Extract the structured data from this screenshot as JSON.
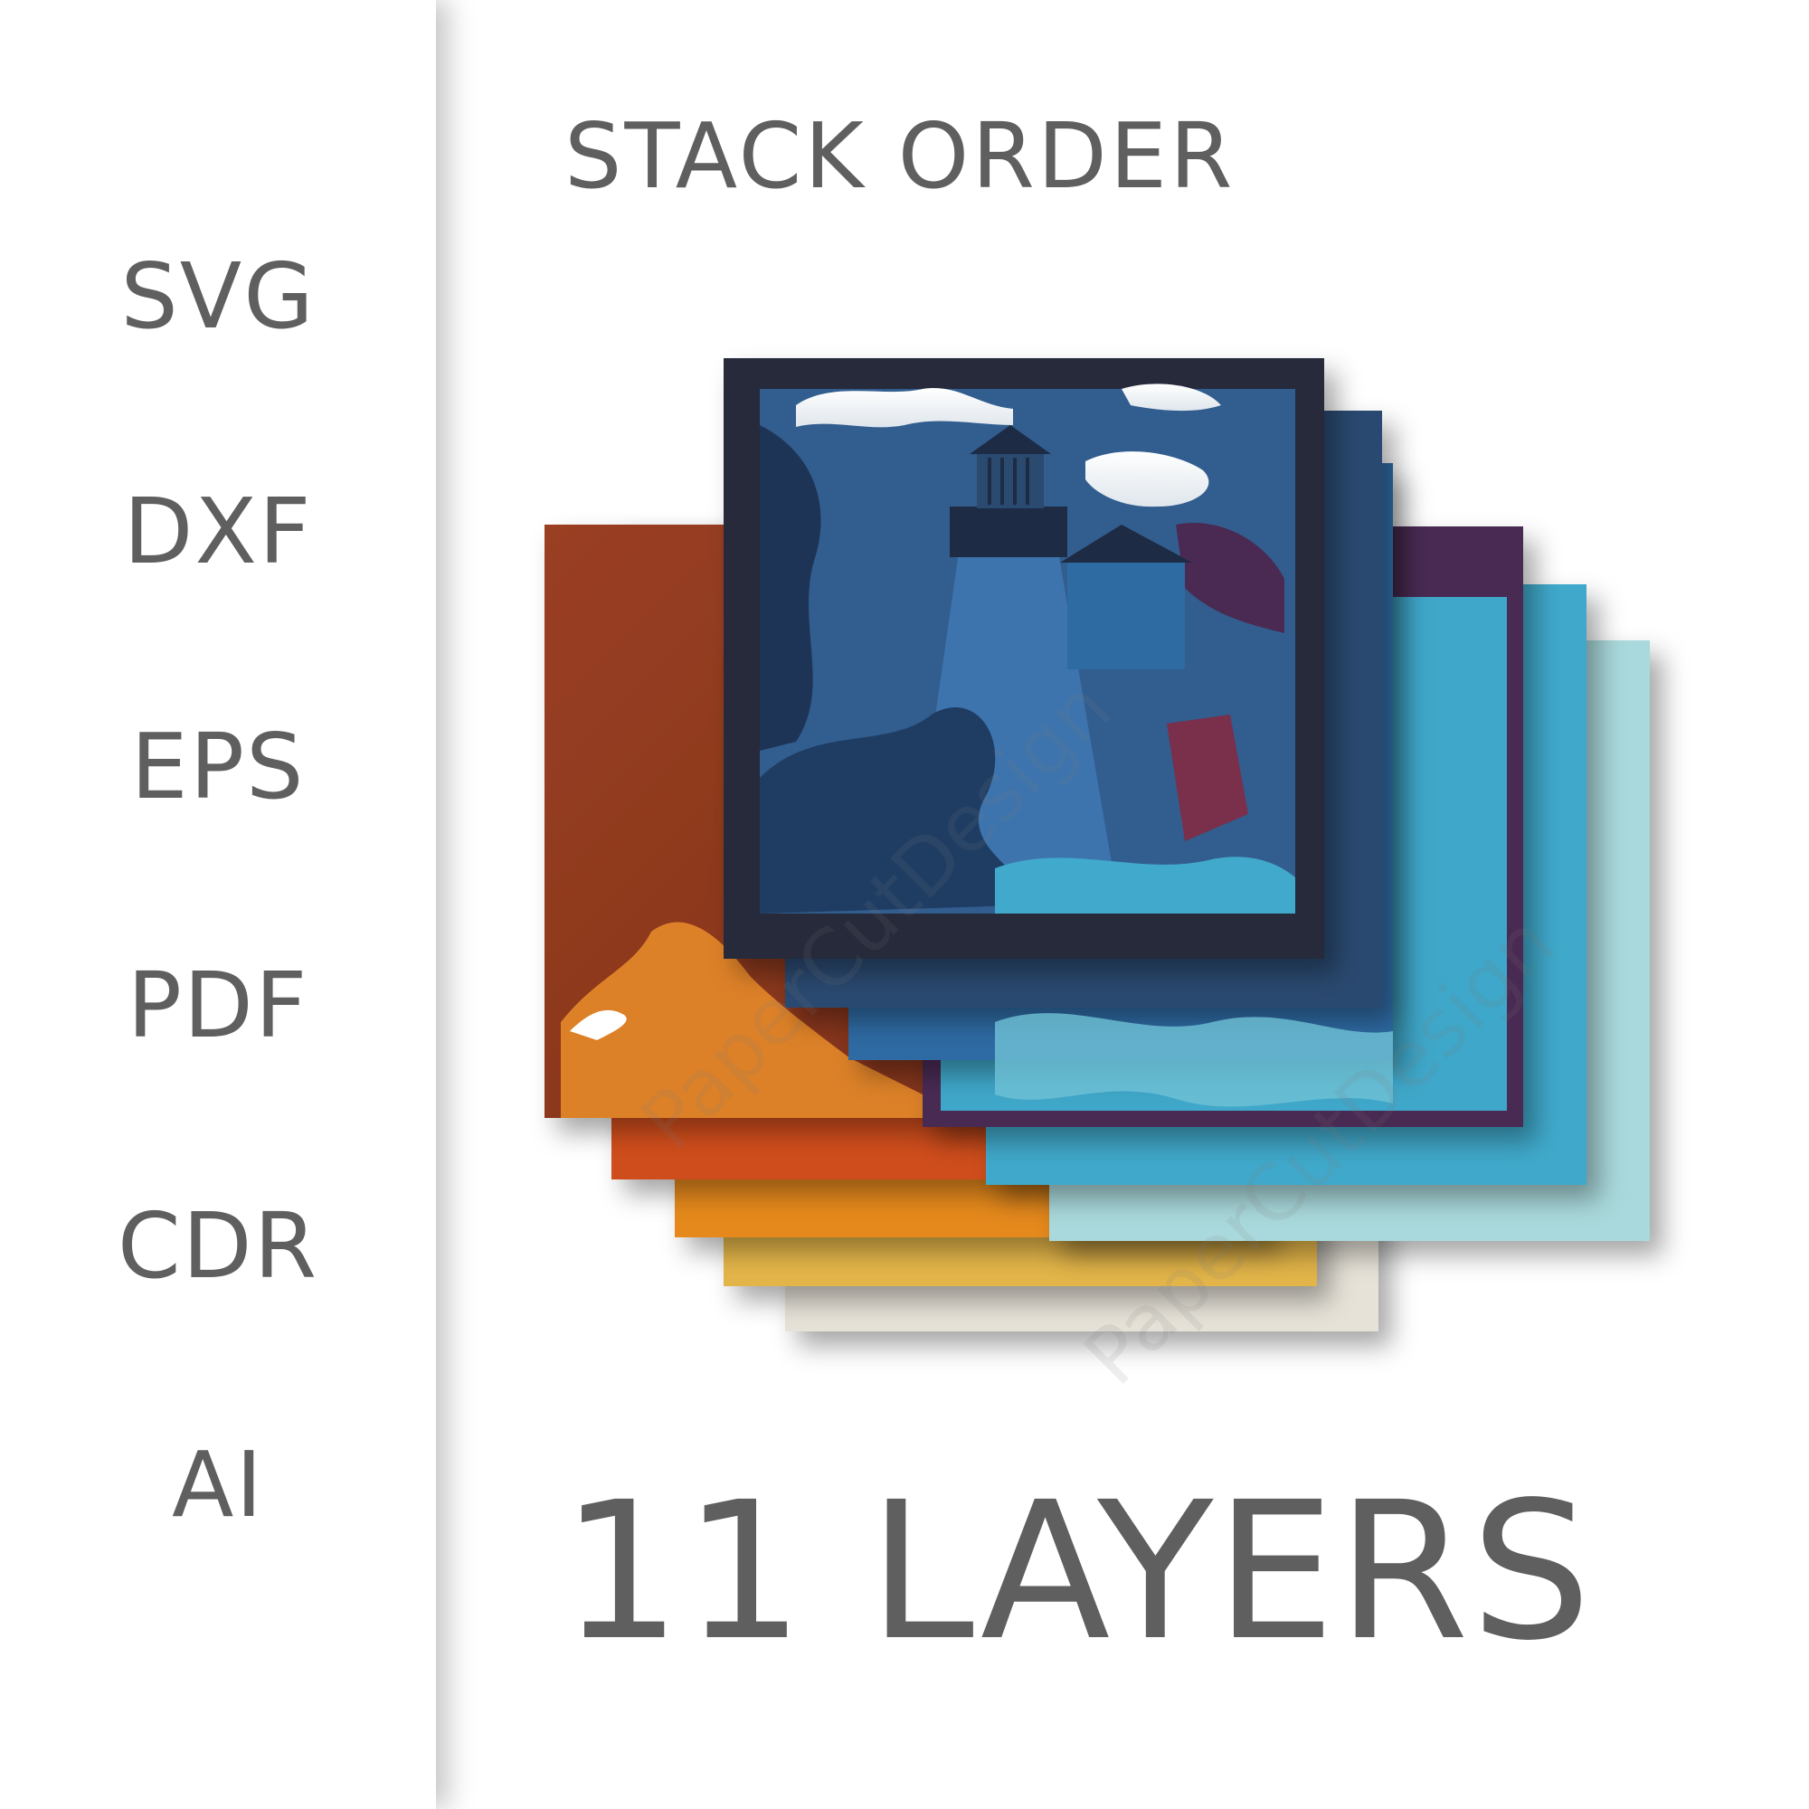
{
  "formats": [
    "SVG",
    "DXF",
    "EPS",
    "PDF",
    "CDR",
    "AI"
  ],
  "title": "STACK ORDER",
  "layers_label": "11 LAYERS",
  "watermark": "PaperCutDesign",
  "layer_colors": {
    "warm": [
      "#e6e2d8",
      "#e3b54a",
      "#e5891f",
      "#cf4e1c",
      "#8f3a22"
    ],
    "cool": [
      "#a9d9dc",
      "#41a9cb",
      "#4a2a52",
      "#2f6ba3",
      "#2a4a70",
      "#262a3a"
    ]
  }
}
